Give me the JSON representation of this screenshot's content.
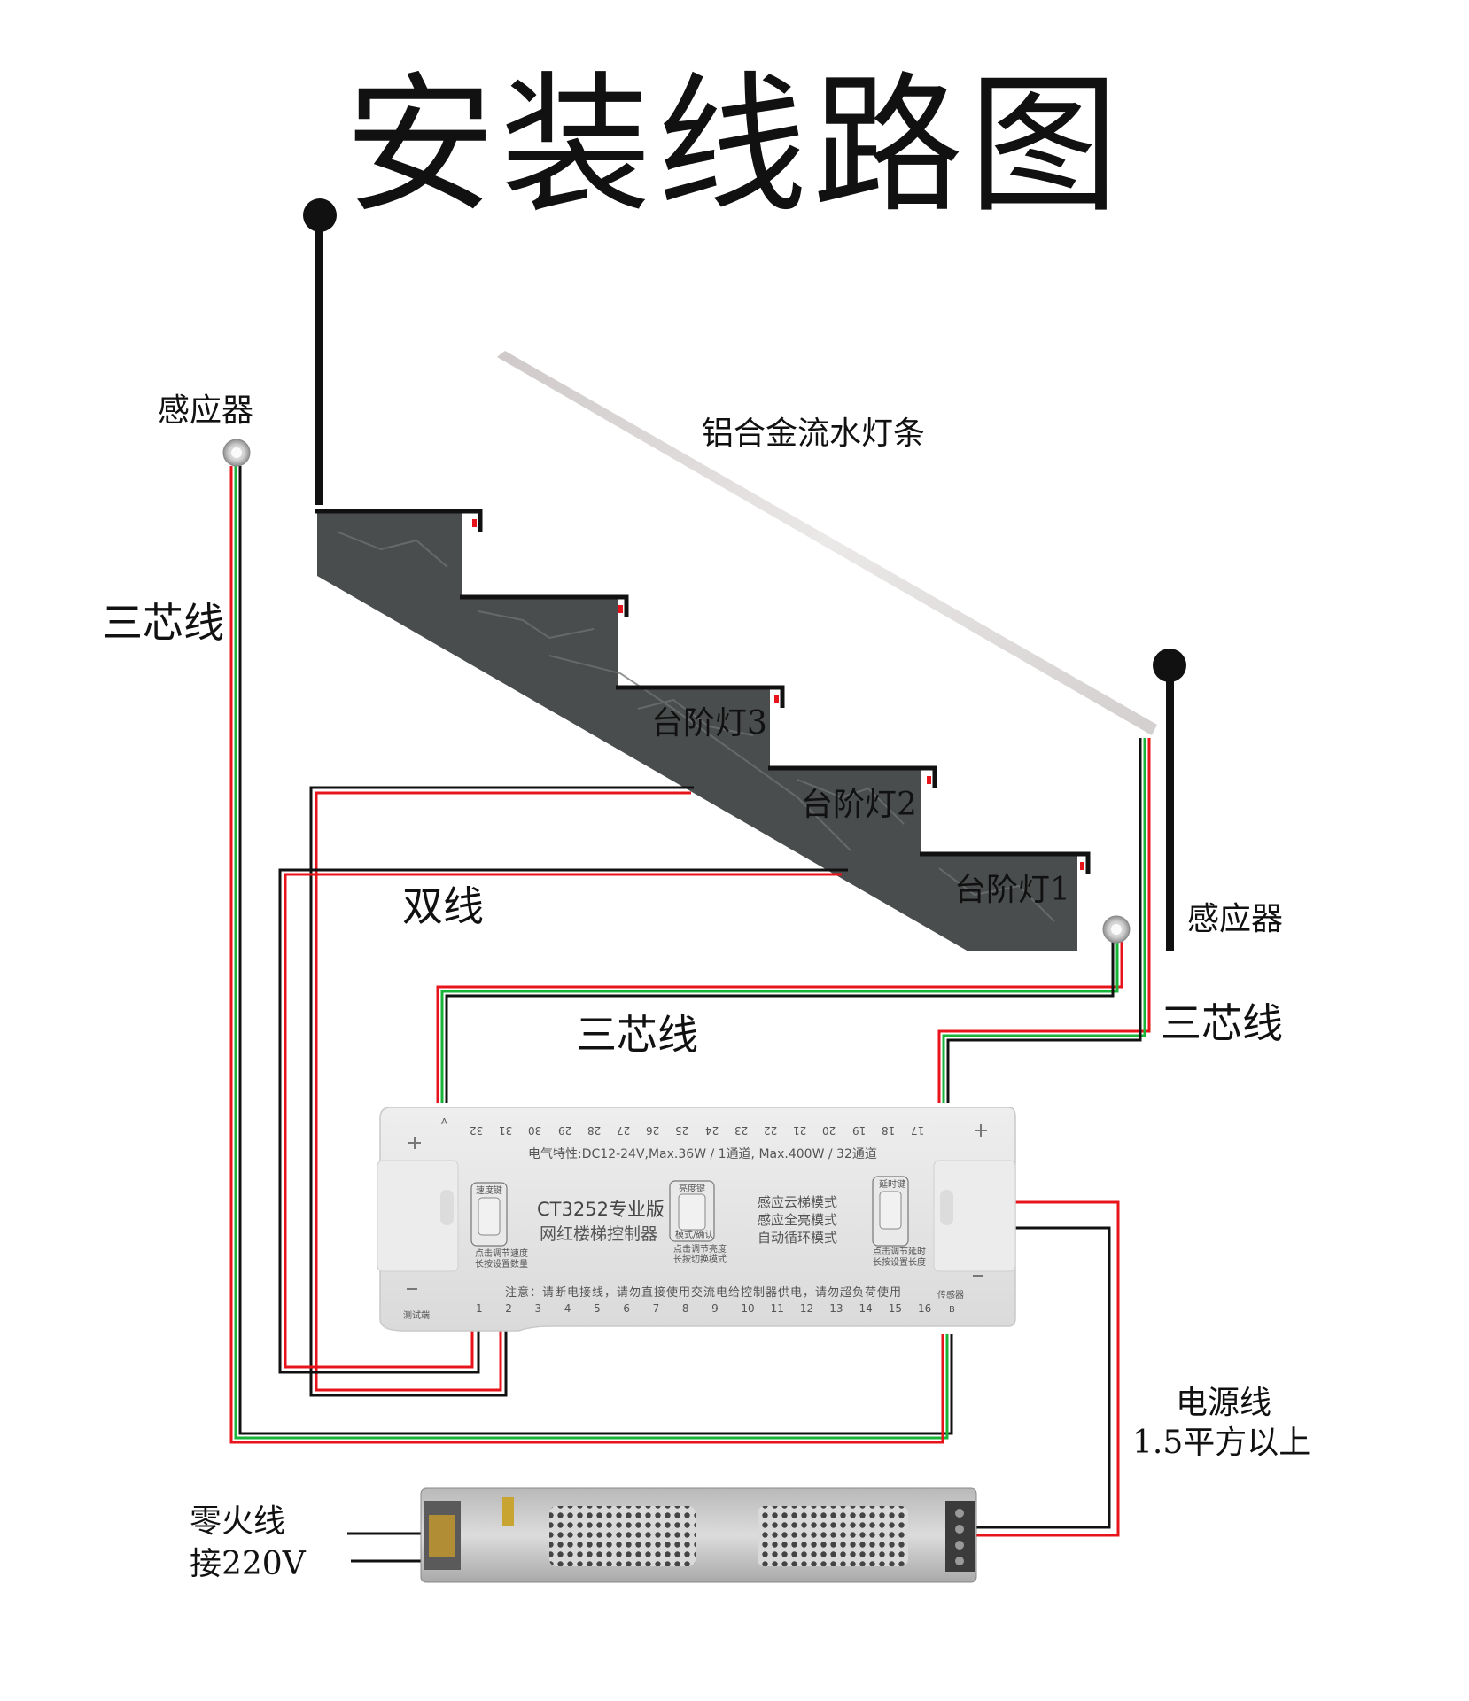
{
  "title": "安装线路图",
  "labels": {
    "sensor_top": "感应器",
    "sensor_bottom": "感应器",
    "strip": "铝合金流水灯条",
    "three_core_left": "三芯线",
    "three_core_mid": "三芯线",
    "three_core_right": "三芯线",
    "two_wire": "双线",
    "step_light_3": "台阶灯3",
    "step_light_2": "台阶灯2",
    "step_light_1": "台阶灯1",
    "power_cable_line1": "电源线",
    "power_cable_line2": "1.5平方以上",
    "mains_line1": "零火线",
    "mains_line2": "接220V"
  },
  "controller": {
    "model": "CT3252专业版",
    "name": "网红楼梯控制器",
    "spec": "电气特性:DC12-24V,Max.36W / 1通道, Max.400W / 32通道",
    "speed_key": "速度键",
    "speed_hint_1": "点击调节速度",
    "speed_hint_2": "长按设置数量",
    "brightness_key": "亮度键",
    "brightness_sub": "模式/确认",
    "brightness_hint_1": "点击调节亮度",
    "brightness_hint_2": "长按切换模式",
    "mode_1": "感应云梯模式",
    "mode_2": "感应全亮模式",
    "mode_3": "自动循环模式",
    "delay_key": "延时键",
    "delay_hint_1": "点击调节延时",
    "delay_hint_2": "长按设置长度",
    "notice": "注意：请断电接线，请勿直接使用交流电给控制器供电，请勿超负荷使用",
    "test_port": "测试端",
    "sensor_port": "传感器",
    "port_a": "A",
    "port_b": "B",
    "bottom_terminals": [
      "1",
      "2",
      "3",
      "4",
      "5",
      "6",
      "7",
      "8",
      "9",
      "10",
      "11",
      "12",
      "13",
      "14",
      "15",
      "16"
    ],
    "top_terminals": [
      "32",
      "31",
      "30",
      "29",
      "28",
      "27",
      "26",
      "25",
      "24",
      "23",
      "22",
      "21",
      "20",
      "19",
      "18",
      "17"
    ]
  },
  "colors": {
    "wire_red": "#e8141b",
    "wire_green": "#19b33a",
    "wire_black": "#111111",
    "stair": "#4a4d4d",
    "strip": "#d6d2d2",
    "controller": "#e6e6e6"
  }
}
